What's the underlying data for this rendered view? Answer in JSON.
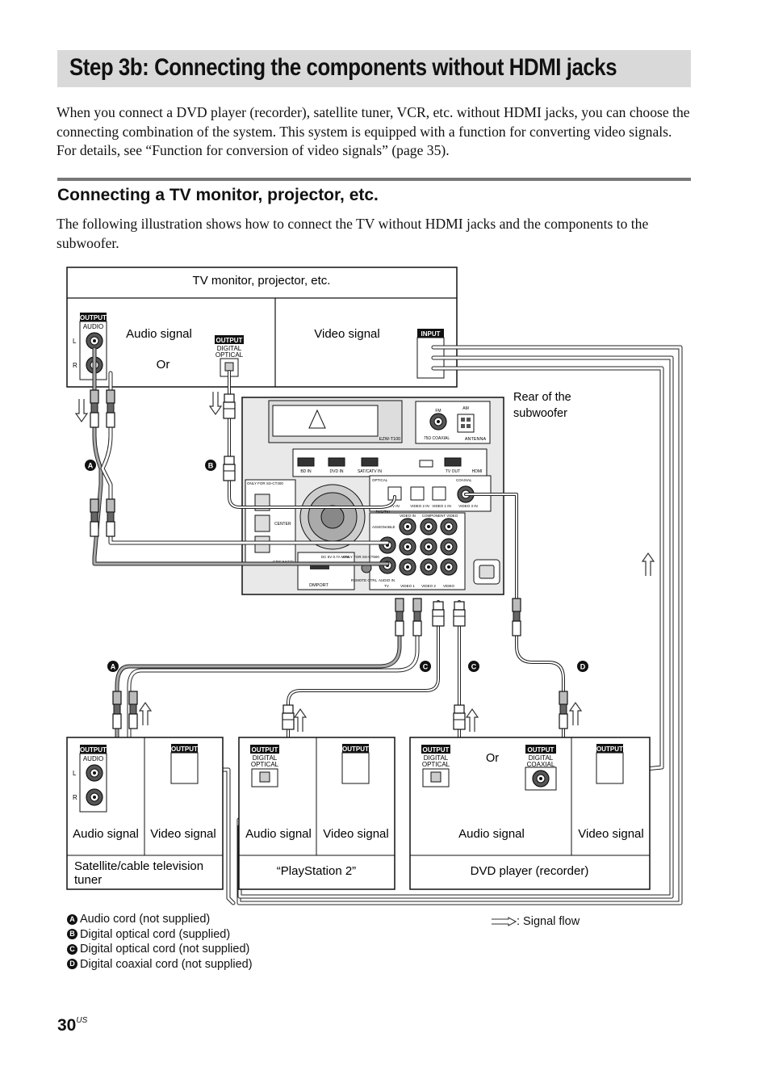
{
  "header": {
    "title": "Step 3b: Connecting the components without HDMI jacks"
  },
  "intro_text": "When you connect a DVD player (recorder), satellite tuner, VCR, etc. without HDMI jacks, you can choose the connecting combination of the system. This system is equipped with a function for converting video signals. For details, see “Function for conversion of video signals” (page 35).",
  "section": {
    "title": "Connecting a TV monitor, projector, etc.",
    "text": "The following illustration shows how to connect the TV without HDMI jacks and the components to the subwoofer."
  },
  "diagram": {
    "tv": {
      "title": "TV monitor, projector, etc.",
      "audio_signal": "Audio signal",
      "or": "Or",
      "video_signal": "Video signal"
    },
    "subwoofer_label_line1": "Rear of the",
    "subwoofer_label_line2": "subwoofer",
    "jack_labels": {
      "output": "OUTPUT",
      "input": "INPUT",
      "audio": "AUDIO",
      "digital": "DIGITAL",
      "optical": "OPTICAL",
      "coaxial": "COAXIAL",
      "l": "L",
      "r": "R"
    },
    "panel_labels": {
      "ezw": "EZW-T100",
      "fm": "FM",
      "am": "AM",
      "coaxial75": "75Ω COAXIAL",
      "antenna": "ANTENNA",
      "bd_in": "BD IN",
      "dvd_in": "DVD IN",
      "sat_in": "SAT/CATV IN",
      "tv_out": "TV OUT",
      "hdmi": "HDMI",
      "only_for": "ONLY FOR SS-CT400",
      "optical": "OPTICAL",
      "coaxial": "COAXIAL",
      "tv_in": "TV IN",
      "video2_in": "VIDEO 2 IN",
      "video1_in": "VIDEO 1 IN",
      "video3_in": "VIDEO 3 IN",
      "digital": "DIGITAL",
      "video_in": "VIDEO IN",
      "component": "COMPONENT VIDEO",
      "assignable": "ASSIGNABLE",
      "center": "CENTER",
      "speaker": "SPEAKER",
      "dc": "DC 5V 0.7A MAX",
      "only_for_ct": "ONLY FOR SS-CT500",
      "dmport": "DMPORT",
      "remote": "REMOTE CTRL",
      "audio_in": "AUDIO IN",
      "tv": "TV",
      "video1": "VIDEO 1",
      "video2": "VIDEO 2",
      "video": "VIDEO"
    },
    "markers": {
      "a": "A",
      "b": "B",
      "c": "C",
      "d": "D"
    },
    "satellite": {
      "audio_signal": "Audio signal",
      "video_signal": "Video signal",
      "name": "Satellite/cable television tuner",
      "name_line1": "Satellite/cable television",
      "name_line2": "tuner"
    },
    "playstation": {
      "audio_signal": "Audio signal",
      "video_signal": "Video signal",
      "name": "“PlayStation 2”"
    },
    "dvd": {
      "or": "Or",
      "audio_signal": "Audio signal",
      "video_signal": "Video signal",
      "name": "DVD player (recorder)"
    }
  },
  "legend": [
    {
      "marker": "A",
      "text": "Audio cord (not supplied)"
    },
    {
      "marker": "B",
      "text": "Digital optical cord (supplied)"
    },
    {
      "marker": "C",
      "text": "Digital optical cord (not supplied)"
    },
    {
      "marker": "D",
      "text": "Digital coaxial cord (not supplied)"
    }
  ],
  "signal_flow": ": Signal flow",
  "page": {
    "number": "30",
    "suffix": "US"
  }
}
